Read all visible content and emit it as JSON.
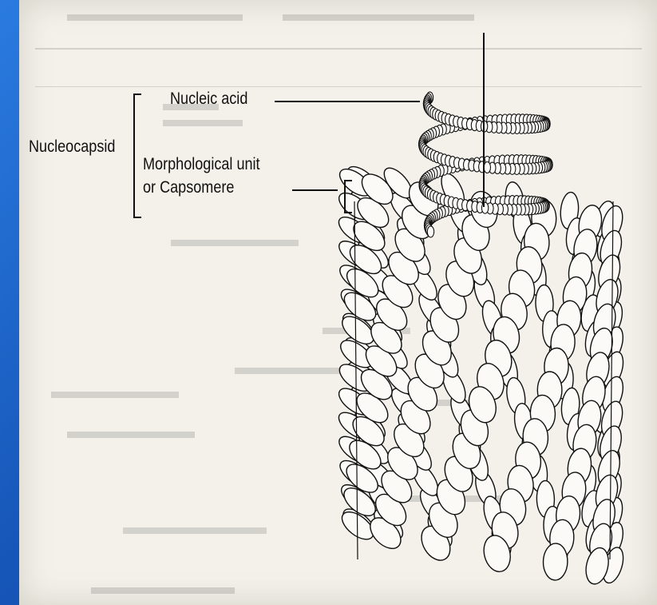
{
  "figure": {
    "labels": {
      "nucleocapsid": "Nucleocapsid",
      "nucleic_acid": "Nucleic acid",
      "morphological_unit_line1": "Morphological unit",
      "morphological_unit_line2": "or Capsomere"
    },
    "colors": {
      "background_blue": "#1a5fc4",
      "paper": "#f3f1ea",
      "ink": "#111111"
    },
    "structure": "helical-capsid-cylinder",
    "icons": [
      "capsomere-bracket",
      "rna-helix",
      "capsid-cylinder"
    ]
  }
}
